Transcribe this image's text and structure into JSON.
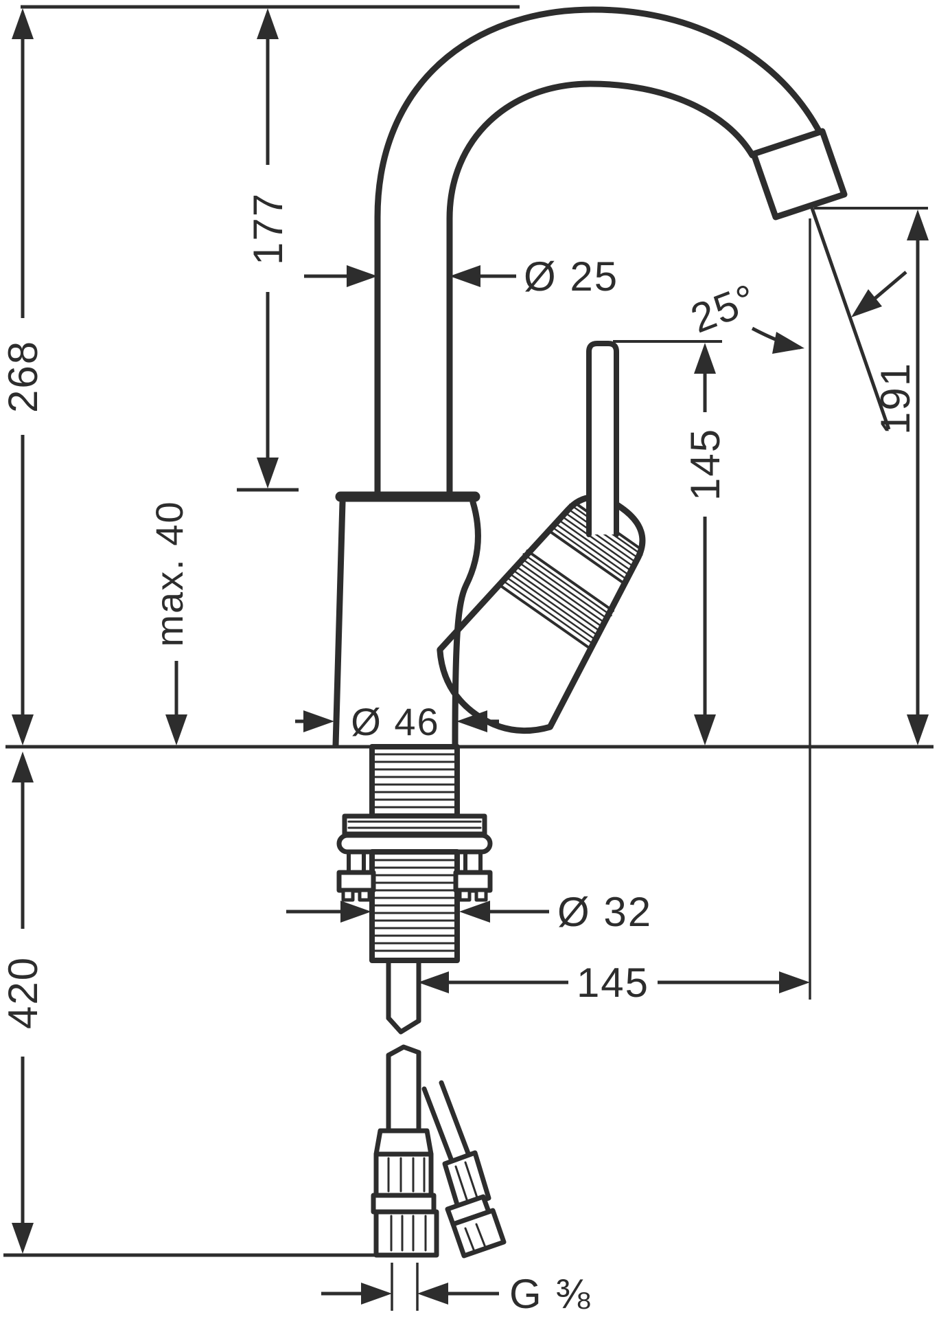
{
  "drawing": {
    "type": "technical-dimension-drawing",
    "subject": "single-lever basin mixer tap, side elevation with installation dimensions",
    "units": "mm",
    "background_color": "#ffffff",
    "line_color": "#2d2d2d",
    "labels": {
      "total_height": "268",
      "spout_clearance": "177",
      "counter_thickness": "max. 40",
      "below_deck_length": "420",
      "spout_tube_diameter": "Ø 25",
      "spout_outlet_angle": "25°",
      "outlet_height": "191",
      "handle_height": "145",
      "body_diameter": "Ø 46",
      "mounting_hole_diameter": "Ø 32",
      "spout_reach": "145",
      "supply_connection": "G ⅜"
    }
  }
}
